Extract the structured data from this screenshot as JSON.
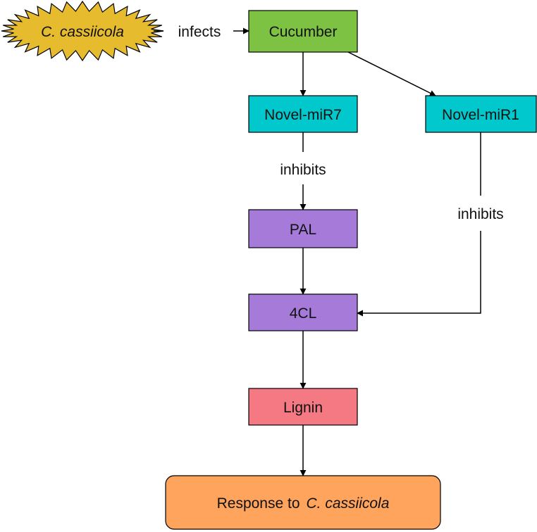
{
  "nodes": {
    "pathogen": {
      "label": "C. cassiicola",
      "color": "#E6BB2E"
    },
    "cucumber": {
      "label": "Cucumber",
      "color": "#7DC242"
    },
    "novel_mir7": {
      "label": "Novel-miR7",
      "color": "#00C8CC"
    },
    "novel_mir1": {
      "label": "Novel-miR1",
      "color": "#00C8CC"
    },
    "pal": {
      "label": "PAL",
      "color": "#A57AD9"
    },
    "cl4": {
      "label": "4CL",
      "color": "#A57AD9"
    },
    "lignin": {
      "label": "Lignin",
      "color": "#F47983"
    },
    "response": {
      "prefix": "Response to",
      "italic": "C. cassiicola",
      "color": "#FFA45C"
    }
  },
  "edges": {
    "infects": "infects",
    "inhibits_mir7": "inhibits",
    "inhibits_mir1": "inhibits"
  }
}
